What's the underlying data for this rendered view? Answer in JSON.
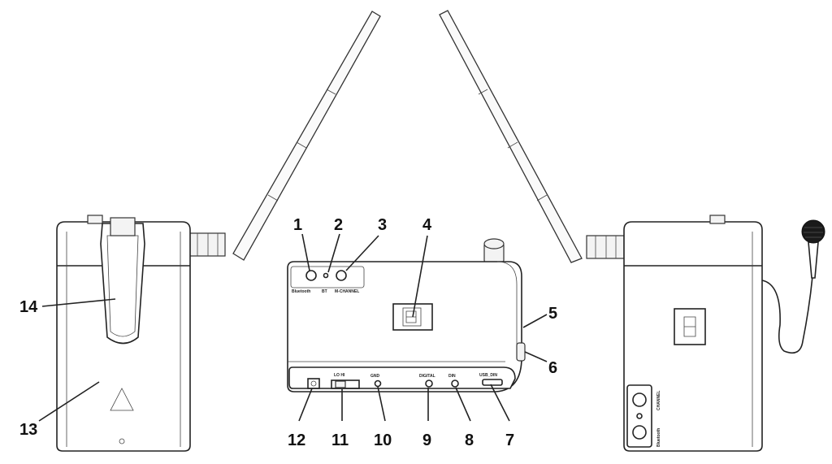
{
  "callouts": {
    "c1": "1",
    "c2": "2",
    "c3": "3",
    "c4": "4",
    "c5": "5",
    "c6": "6",
    "c7": "7",
    "c8": "8",
    "c9": "9",
    "c10": "10",
    "c11": "11",
    "c12": "12",
    "c13": "13",
    "c14": "14"
  },
  "front_panel": {
    "bluetooth_label": "Bluetooth",
    "panel_label2": "BT",
    "panel_label3": "M-CHANNEL"
  },
  "bottom_panel": {
    "label_9": "DIGITAL",
    "label_8": "DIN",
    "label_7": "USB_DIN",
    "label_10": "GND",
    "label_11": "LO HI"
  },
  "right_device": {
    "side_label1": "Bluetooth",
    "side_label2": "CHANNEL"
  }
}
